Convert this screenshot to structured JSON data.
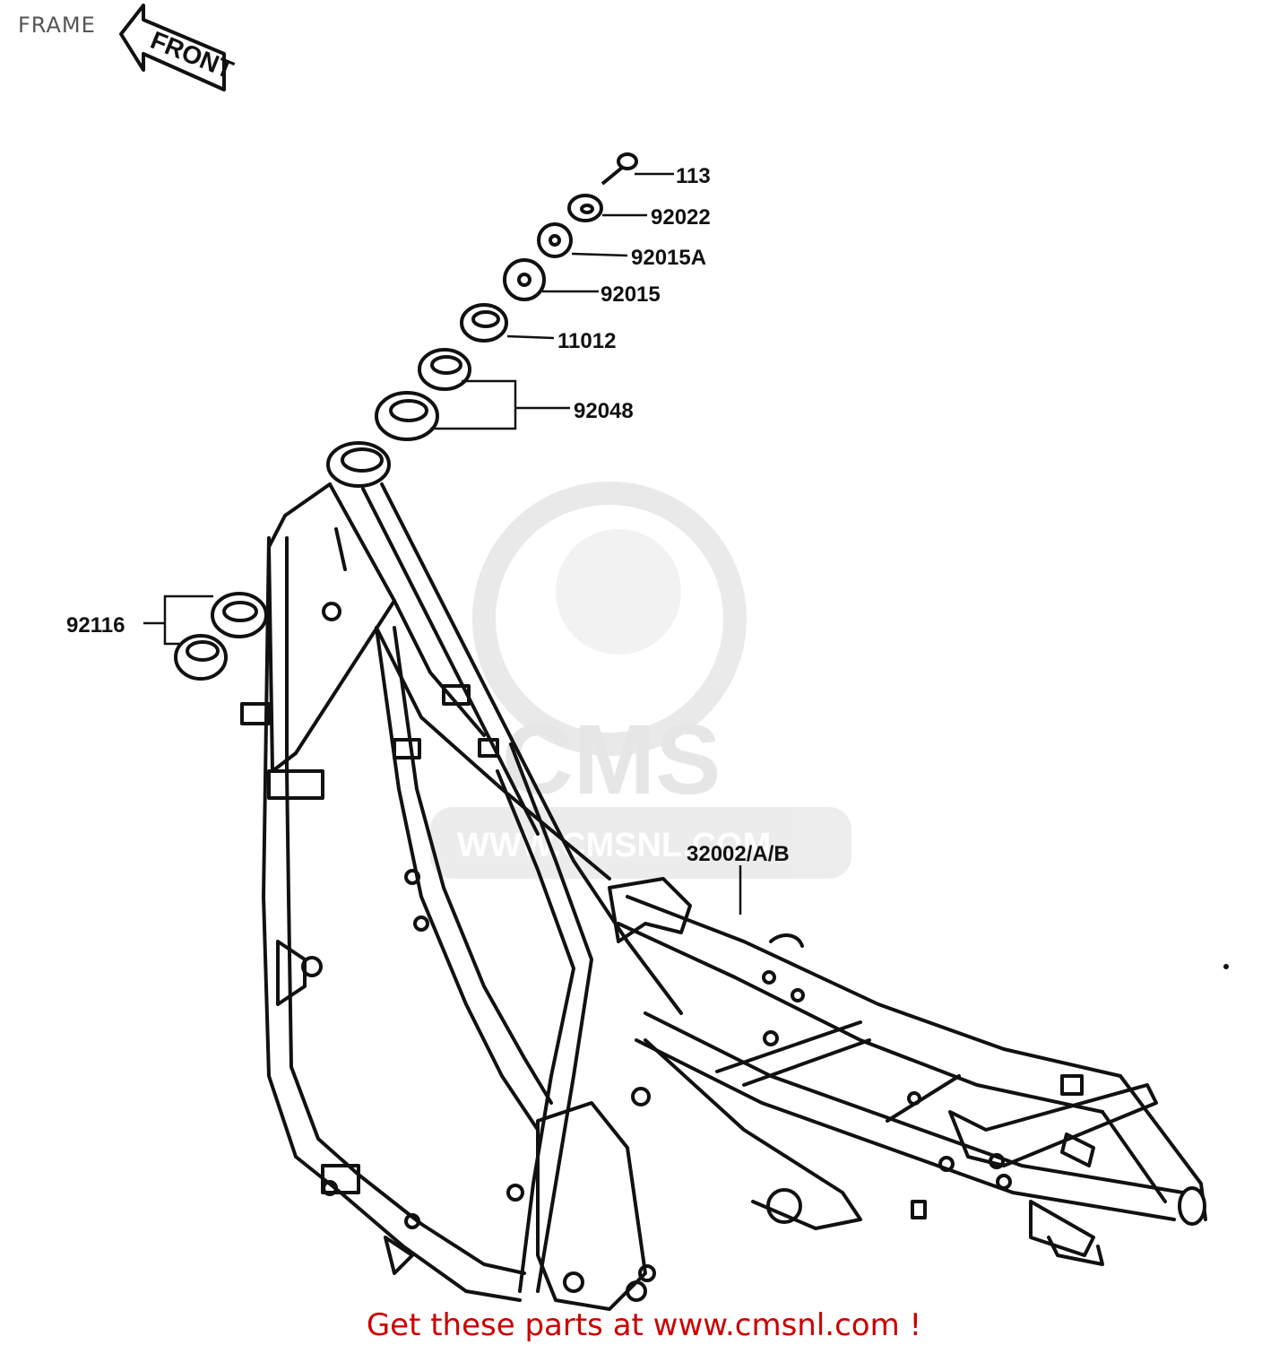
{
  "header": {
    "title": "FRAME"
  },
  "front_arrow": {
    "text": "FRONT"
  },
  "callouts": [
    {
      "id": "c-113",
      "text": "113"
    },
    {
      "id": "c-92022",
      "text": "92022"
    },
    {
      "id": "c-92015a",
      "text": "92015A"
    },
    {
      "id": "c-92015",
      "text": "92015"
    },
    {
      "id": "c-11012",
      "text": "11012"
    },
    {
      "id": "c-92048",
      "text": "92048"
    },
    {
      "id": "c-92116",
      "text": "92116"
    },
    {
      "id": "c-32002",
      "text": "32002/A/B"
    }
  ],
  "watermark": {
    "brand": "CMS",
    "url": "WWW.CMSNL.COM"
  },
  "footer": {
    "text": "Get these parts at www.cmsnl.com !",
    "color": "#cc0000"
  }
}
